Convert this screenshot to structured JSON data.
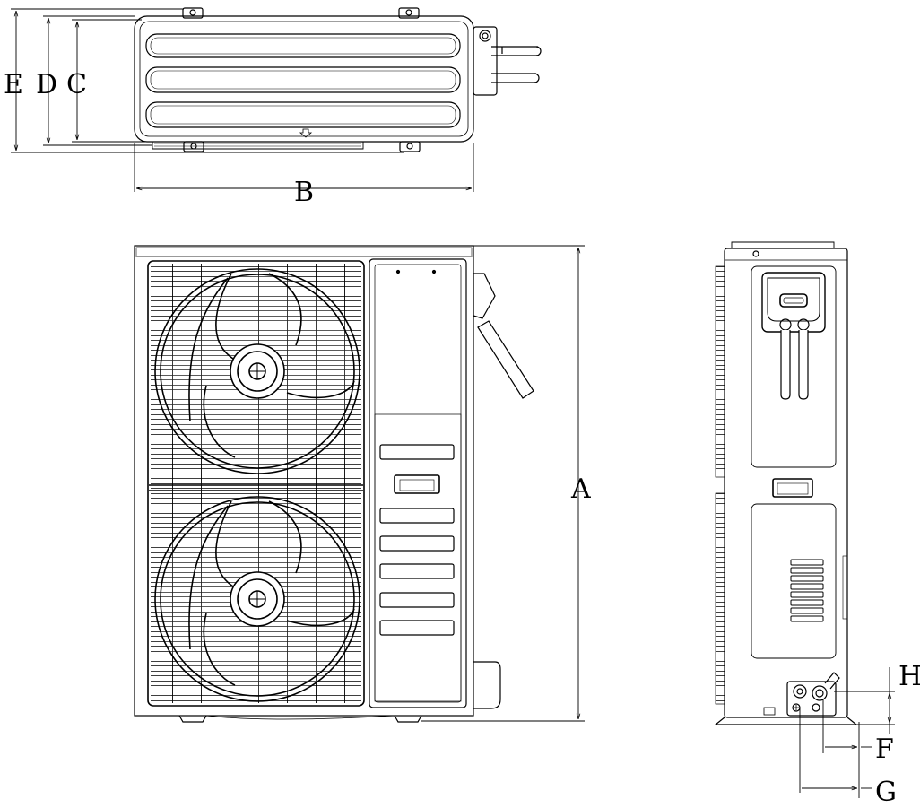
{
  "labels": {
    "A": "A",
    "B": "B",
    "C": "C",
    "D": "D",
    "E": "E",
    "F": "F",
    "G": "G",
    "H": "H"
  },
  "colors": {
    "line": "#000000",
    "paper": "#ffffff",
    "tube_fill": "#ffffff"
  }
}
